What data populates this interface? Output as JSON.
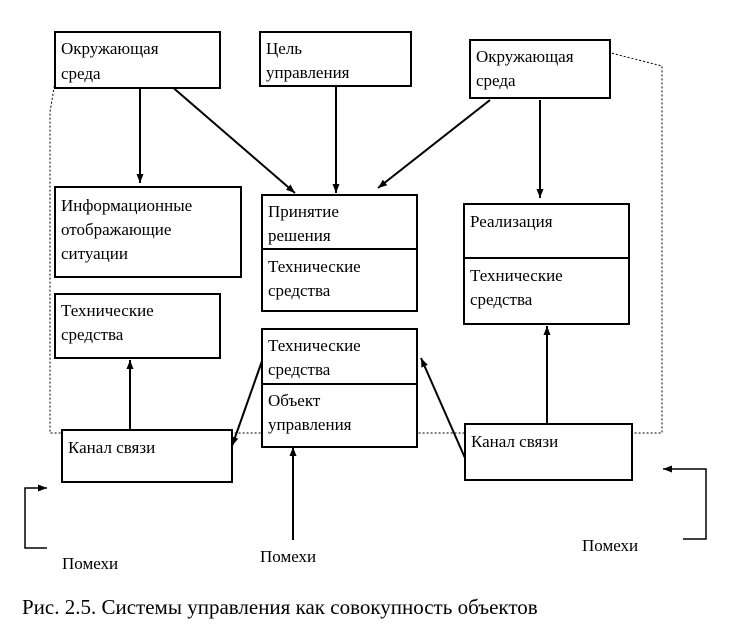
{
  "blocks": {
    "env_left": [
      "Окружающая",
      "среда"
    ],
    "goal": [
      "Цель",
      "управления"
    ],
    "env_right": [
      "Окружающая",
      "среда"
    ],
    "info": [
      "Информационные",
      "отображающие",
      "ситуации"
    ],
    "decision": [
      "Принятие",
      "решения"
    ],
    "decision_tech": [
      "Технические",
      "средства"
    ],
    "realization": [
      "Реализация"
    ],
    "realization_tech": [
      "Технические",
      "средства"
    ],
    "left_tech": [
      "Технические",
      "средства"
    ],
    "object_tech": [
      "Технические",
      "средства"
    ],
    "object": [
      "Объект",
      "управления"
    ],
    "channel_left": [
      "Канал связи"
    ],
    "channel_right": [
      "Канал связи"
    ]
  },
  "noise": {
    "left": "Помехи",
    "center": "Помехи",
    "right": "Помехи"
  },
  "caption": "Рис. 2.5. Системы управления как совокупность объектов"
}
